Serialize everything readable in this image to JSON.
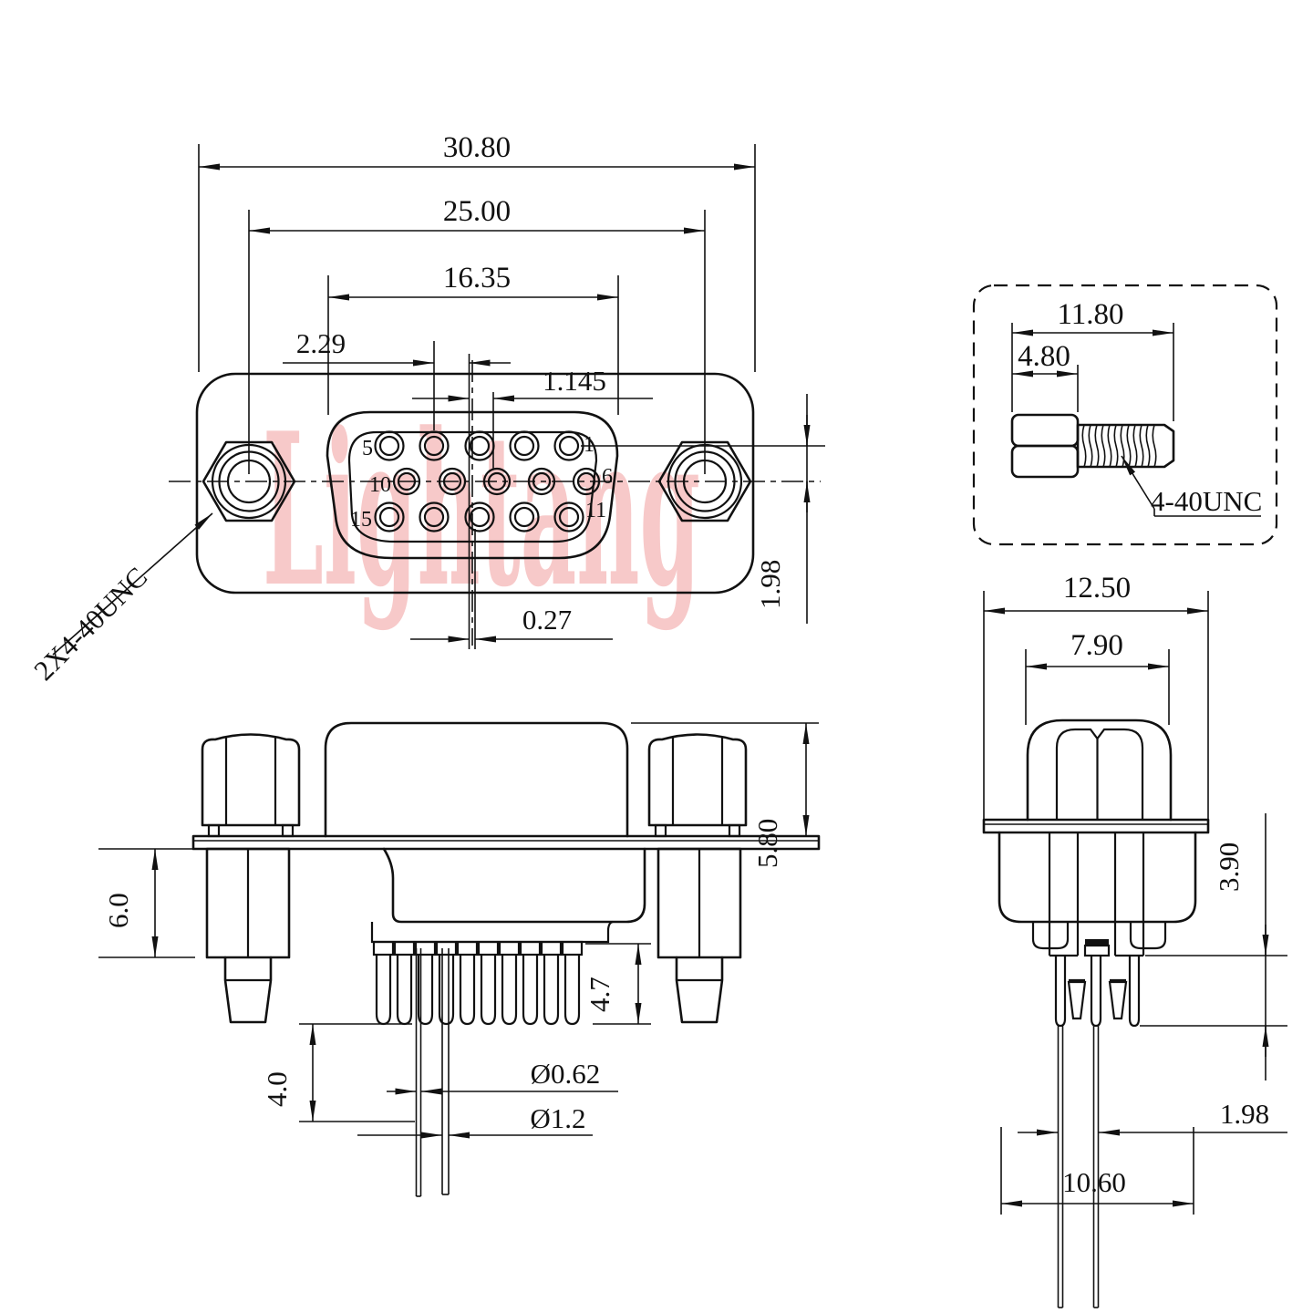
{
  "watermark": "Lightang",
  "front_view": {
    "dim_overall_width": "30.80",
    "dim_mount_hole_spacing": "25.00",
    "dim_insert_width": "16.35",
    "dim_pin_pitch": "2.29",
    "dim_row_offset": "1.145",
    "dim_center_offset": "0.27",
    "dim_row_spacing": "1.98",
    "screw_thread_note": "2X4-40UNC",
    "pin_numbers": {
      "p5": "5",
      "p1": "1",
      "p10": "10",
      "p6": "6",
      "p15": "15",
      "p11": "11"
    }
  },
  "screw_detail": {
    "dim_total_length": "11.80",
    "dim_head_length": "4.80",
    "thread_spec": "4-40UNC"
  },
  "side_view": {
    "dim_shell_height": "5.80",
    "dim_standoff_length": "6.0",
    "dim_pin_length": "4.7",
    "dim_tail_length": "4.0",
    "dim_pin_diameter": "Ø0.62",
    "dim_peg_diameter": "Ø1.2"
  },
  "end_view": {
    "dim_flange_width": "12.50",
    "dim_dome_width": "7.90",
    "dim_rear_depth": "3.90",
    "dim_pin_offset": "1.98",
    "dim_body_width": "10.60"
  }
}
